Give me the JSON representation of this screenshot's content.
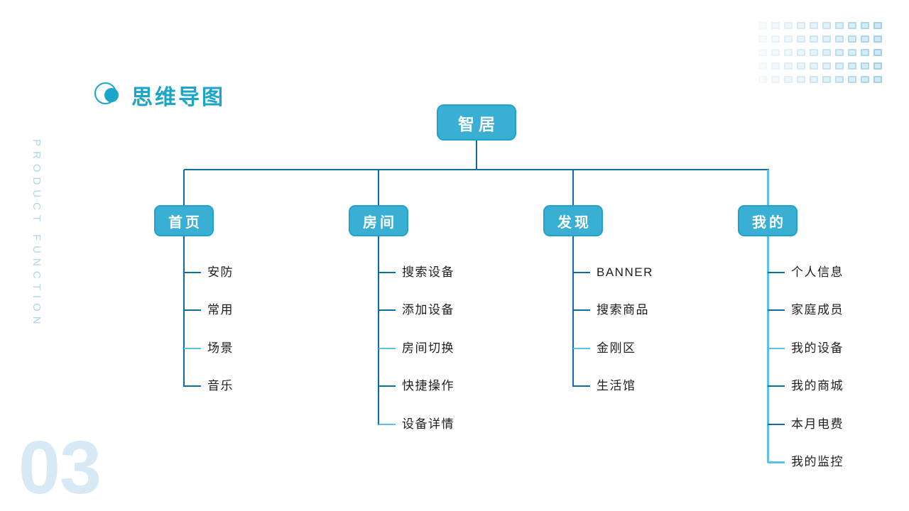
{
  "page": {
    "title": "思维导图",
    "side_label": "PRODUCT FUNCTION",
    "section_number": "03"
  },
  "mindmap": {
    "root": "智居",
    "branches": [
      {
        "label": "首页",
        "trunk": "dark",
        "children": [
          "安防",
          "常用",
          "场景",
          "音乐"
        ],
        "light_links": [
          2
        ]
      },
      {
        "label": "房间",
        "trunk": "dark",
        "children": [
          "搜索设备",
          "添加设备",
          "房间切换",
          "快捷操作",
          "设备详情"
        ],
        "light_links": [
          2,
          4
        ]
      },
      {
        "label": "发现",
        "trunk": "dark",
        "children": [
          "BANNER",
          "搜索商品",
          "金刚区",
          "生活馆"
        ],
        "light_links": [
          2
        ]
      },
      {
        "label": "我的",
        "trunk": "light",
        "children": [
          "个人信息",
          "家庭成员",
          "我的设备",
          "我的商城",
          "本月电费",
          "我的监控"
        ],
        "light_links": [
          2,
          5
        ]
      }
    ]
  },
  "colors": {
    "node_fill": "#39AFD4",
    "node_border": "#22A2C8",
    "connector_dark": "#0D6E9E",
    "connector_light": "#58C2E7",
    "title": "#1BA6C8",
    "accent_light": "#ABD7E6",
    "number_light": "#D6E9F4",
    "leaf_text": "#1E1E1E",
    "grid_border": "#8AC8E2",
    "grid_fill": "#C8E4F1"
  },
  "decor": {
    "grid": {
      "rows": 5,
      "cols": 10,
      "min_opacity": 0.12,
      "max_opacity": 0.8
    }
  }
}
